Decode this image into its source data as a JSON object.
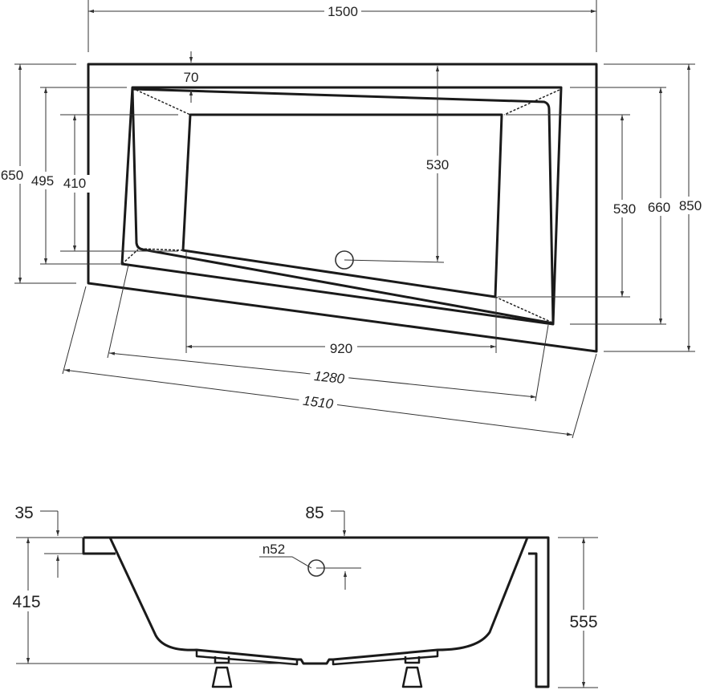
{
  "top_view": {
    "dims": {
      "overall_width": "1500",
      "rim_offset": "70",
      "left_outer_depth": "650",
      "left_rim_depth": "495",
      "left_floor_depth": "410",
      "drain_distance": "530",
      "right_floor_depth": "530",
      "right_rim_depth": "660",
      "right_outer_depth": "850",
      "floor_length": "920",
      "rim_length": "1280",
      "outer_length": "1510"
    }
  },
  "side_view": {
    "dims": {
      "rim_thickness": "35",
      "overflow_height": "85",
      "overflow_diameter": "n52",
      "basin_depth": "415",
      "total_height": "555"
    }
  },
  "colors": {
    "line": "#1a1a1a",
    "background": "#ffffff"
  }
}
